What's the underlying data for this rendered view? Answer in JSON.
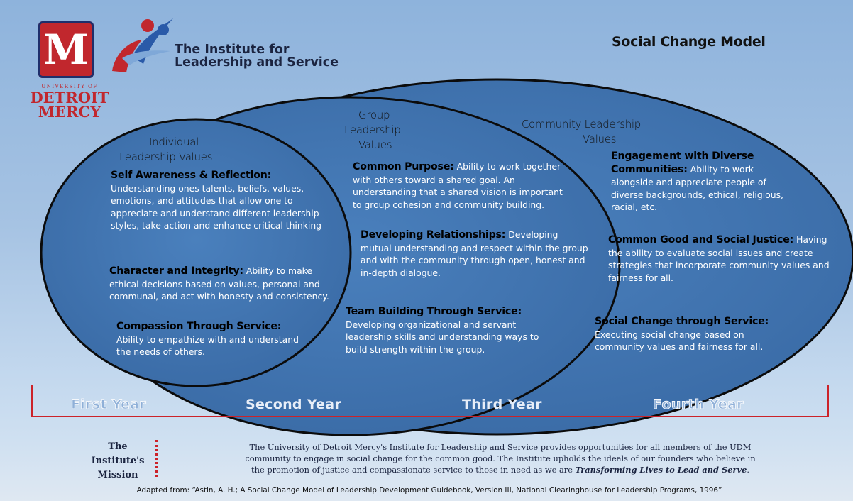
{
  "header": {
    "university_name_top": "UNIVERSITY OF",
    "university_name": "DETROIT MERCY",
    "institute_title_line1": "The Institute for",
    "institute_title_line2": "Leadership and Service",
    "page_title": "Social Change Model"
  },
  "rings": {
    "individual": {
      "title_line1": "Individual",
      "title_line2": "Leadership Values",
      "values": [
        {
          "heading": "Self Awareness & Reflection:",
          "text": "Understanding ones talents, beliefs, values, emotions, and attitudes that allow one to appreciate and understand different leadership styles, take action and enhance critical thinking"
        },
        {
          "heading": "Character and Integrity:",
          "text": "Ability to make ethical decisions based on values, personal and communal,  and act with honesty and consistency."
        },
        {
          "heading": "Compassion Through Service:",
          "text": "Ability to empathize with and understand the needs of others."
        }
      ]
    },
    "group": {
      "title_line1": "Group",
      "title_line2": "Leadership",
      "title_line3": "Values",
      "values": [
        {
          "heading": "Common Purpose:",
          "text": "Ability to work together with others toward a shared goal. An understanding that a shared vision is important to group cohesion and community building."
        },
        {
          "heading": "Developing Relationships:",
          "text": "Developing mutual understanding and respect within the group and with the community through open, honest and in-depth dialogue."
        },
        {
          "heading": "Team Building Through Service:",
          "text": "Developing organizational and servant leadership skills and understanding ways to build strength within the group."
        }
      ]
    },
    "community": {
      "title_line1": "Community Leadership",
      "title_line2": "Values",
      "values": [
        {
          "heading": "Engagement with Diverse Communities:",
          "text": "Ability to work alongside and appreciate people of diverse backgrounds, ethical, religious, racial, etc."
        },
        {
          "heading": "Common Good and Social Justice:",
          "text": "Having the ability to evaluate social issues and create strategies that incorporate community values and fairness for all."
        },
        {
          "heading": "Social Change through Service:",
          "text": "Executing social change based on community values and fairness for all."
        }
      ]
    }
  },
  "timeline": {
    "years": [
      "First Year",
      "Second Year",
      "Third Year",
      "Fourth Year"
    ]
  },
  "mission": {
    "label_line1": "The",
    "label_line2": "Institute's",
    "label_line3": "Mission",
    "text_line1": "The University of Detroit Mercy's Institute for Leadership and Service provides opportunities for  all members of the UDM",
    "text_line2": "community to engage in social change for the common good.  The Institute upholds the ideals of our founders who believe in",
    "text_line3": "the promotion of justice and compassionate service to those in need as we are",
    "text_line3_emphasis": "Transforming Lives to Lead and Serve",
    "text_line3_end": "."
  },
  "citation": "Adapted from: “Astin, A. H.; A Social Change Model of Leadership Development Guidebook, Version III, National Clearinghouse for Leadership Programs, 1996”",
  "colors": {
    "ellipse_fill": "#3f72ae",
    "ellipse_stroke": "#0b0b0b",
    "accent_red": "#cc2229",
    "udm_red": "#c1272d",
    "navy": "#1b2440"
  }
}
